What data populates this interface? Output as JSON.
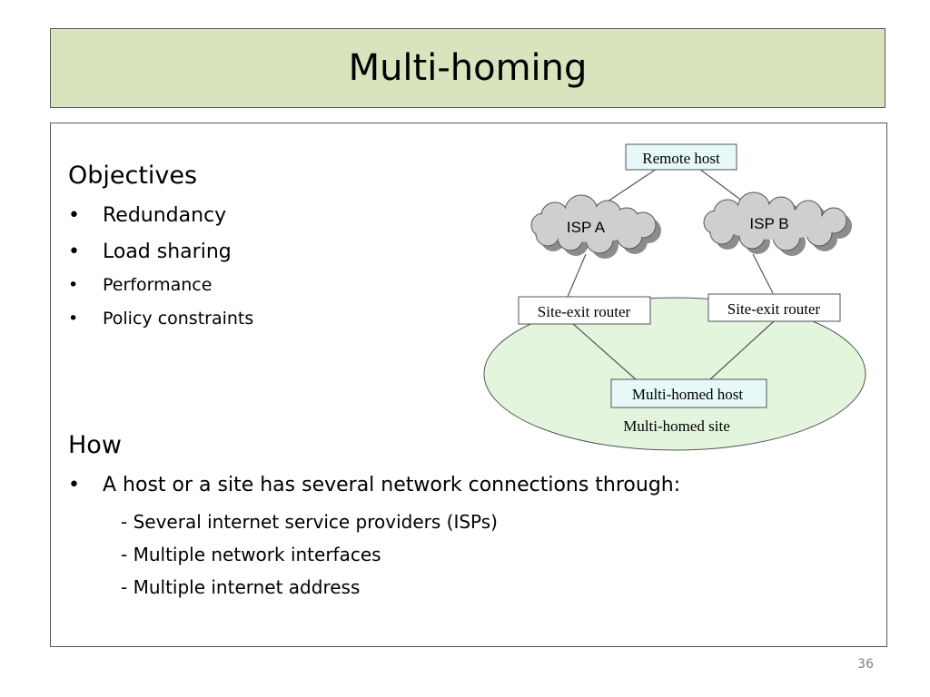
{
  "slide": {
    "title": "Multi-homing",
    "page_number": "36"
  },
  "objectives": {
    "heading": "Objectives",
    "items": [
      "Redundancy",
      "Load sharing",
      "Performance",
      "Policy constraints"
    ]
  },
  "how": {
    "heading": "How",
    "main_point": "A host or a site has several network connections through:",
    "sub_points": [
      "- Several internet service providers (ISPs)",
      "- Multiple network interfaces",
      "- Multiple internet address"
    ]
  },
  "diagram": {
    "remote_host": "Remote host",
    "isp_a": "ISP A",
    "isp_b": "ISP B",
    "router_left": "Site-exit router",
    "router_right": "Site-exit router",
    "multi_homed_host": "Multi-homed host",
    "site_label": "Multi-homed site",
    "colors": {
      "title_background": "#d7e4bd",
      "remote_host_fill": "#e6f8f8",
      "site_fill": "#e3f5dd",
      "cloud_fill": "#cfcfcf",
      "cloud_shadow": "#8c8c8c"
    }
  }
}
